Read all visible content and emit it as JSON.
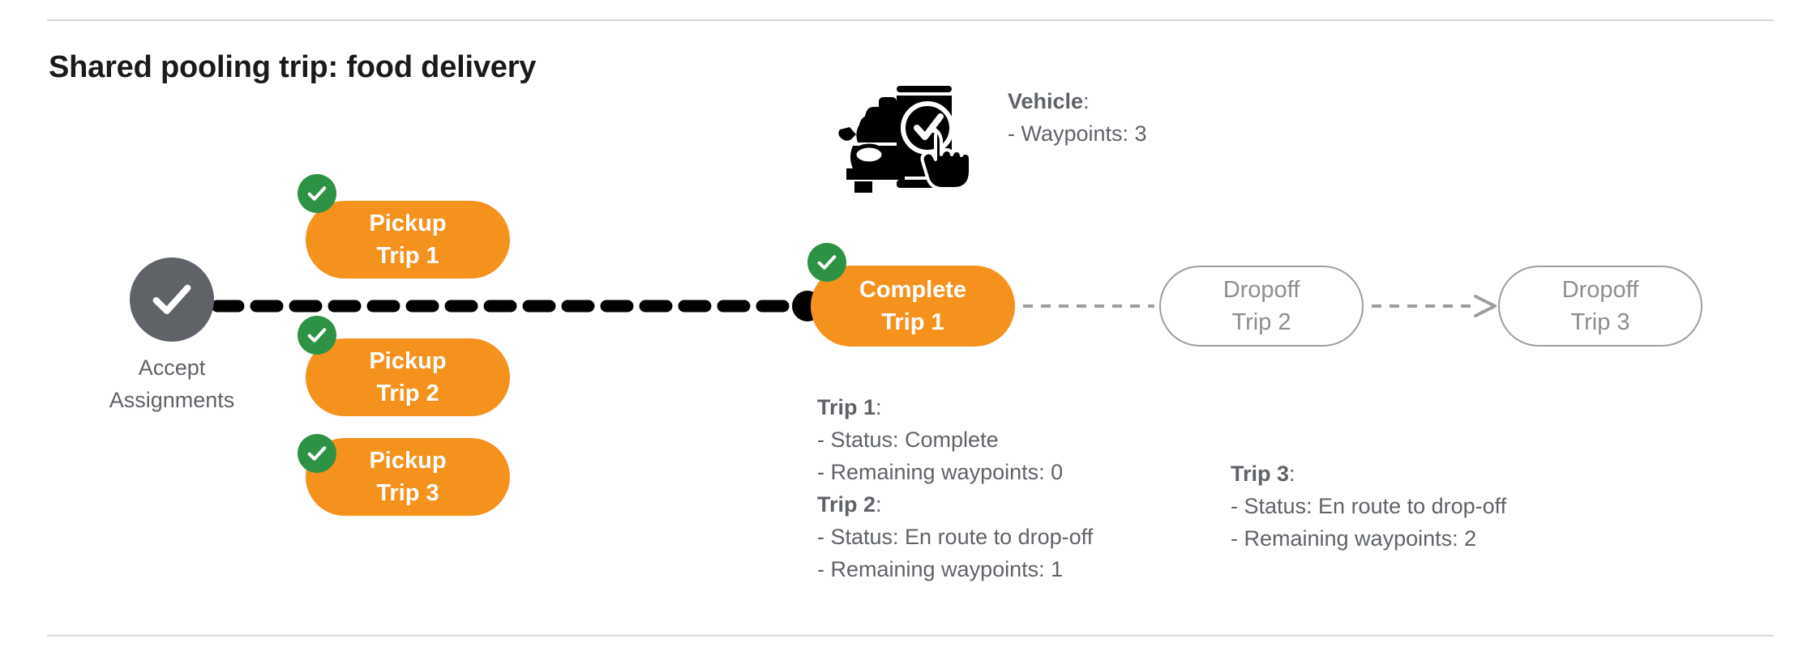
{
  "page": {
    "title": "Shared pooling trip: food delivery"
  },
  "colors": {
    "orange": "#f5921e",
    "green": "#2e9245",
    "gray": "#5f6368",
    "outline": "#9e9e9e",
    "black": "#000000",
    "divider": "#d9d9d9"
  },
  "start_node": {
    "icon": "check-circle-icon",
    "label_line1": "Accept",
    "label_line2": "Assignments"
  },
  "pickups": [
    {
      "line1": "Pickup",
      "line2": "Trip 1",
      "badge": "check-icon",
      "completed": true
    },
    {
      "line1": "Pickup",
      "line2": "Trip 2",
      "badge": "check-icon",
      "completed": true
    },
    {
      "line1": "Pickup",
      "line2": "Trip 3",
      "badge": "check-icon",
      "completed": true
    }
  ],
  "complete_node": {
    "line1": "Complete",
    "line2": "Trip 1",
    "badge": "check-icon",
    "completed": true
  },
  "dropoffs": [
    {
      "line1": "Dropoff",
      "line2": "Trip 2",
      "completed": false
    },
    {
      "line1": "Dropoff",
      "line2": "Trip 3",
      "completed": false
    }
  ],
  "vehicle": {
    "icon": "car-phone-check-icon",
    "heading": "Vehicle",
    "heading_suffix": ":",
    "waypoints_line": "- Waypoints: 3"
  },
  "trip_details_left": {
    "trip1_heading": "Trip 1",
    "trip1_heading_suffix": ":",
    "trip1_status": "- Status:  Complete",
    "trip1_waypoints": "- Remaining waypoints: 0",
    "trip2_heading": "Trip 2",
    "trip2_heading_suffix": ":",
    "trip2_status": "- Status:  En route to drop-off",
    "trip2_waypoints": "- Remaining waypoints: 1"
  },
  "trip_details_right": {
    "trip3_heading": "Trip 3",
    "trip3_heading_suffix": ":",
    "trip3_status": "- Status:  En route to drop-off",
    "trip3_waypoints": "- Remaining waypoints: 2"
  }
}
